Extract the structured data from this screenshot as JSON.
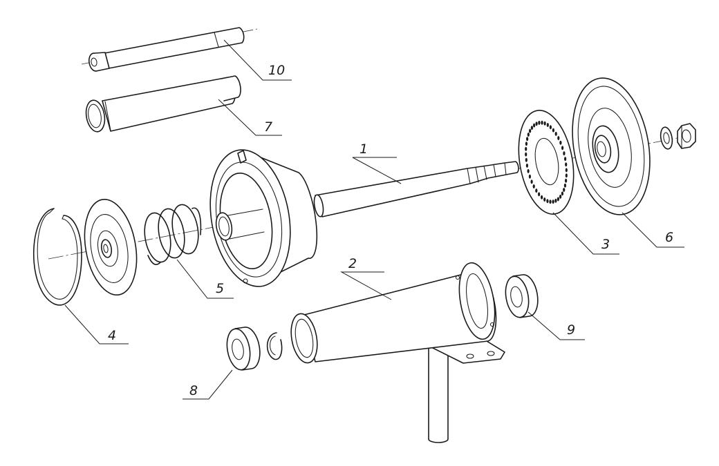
{
  "drawing": {
    "callouts": [
      {
        "id": "1",
        "label": "1"
      },
      {
        "id": "2",
        "label": "2"
      },
      {
        "id": "3",
        "label": "3"
      },
      {
        "id": "4",
        "label": "4"
      },
      {
        "id": "5",
        "label": "5"
      },
      {
        "id": "6",
        "label": "6"
      },
      {
        "id": "7",
        "label": "7"
      },
      {
        "id": "8",
        "label": "8"
      },
      {
        "id": "9",
        "label": "9"
      },
      {
        "id": "10",
        "label": "10"
      }
    ]
  }
}
